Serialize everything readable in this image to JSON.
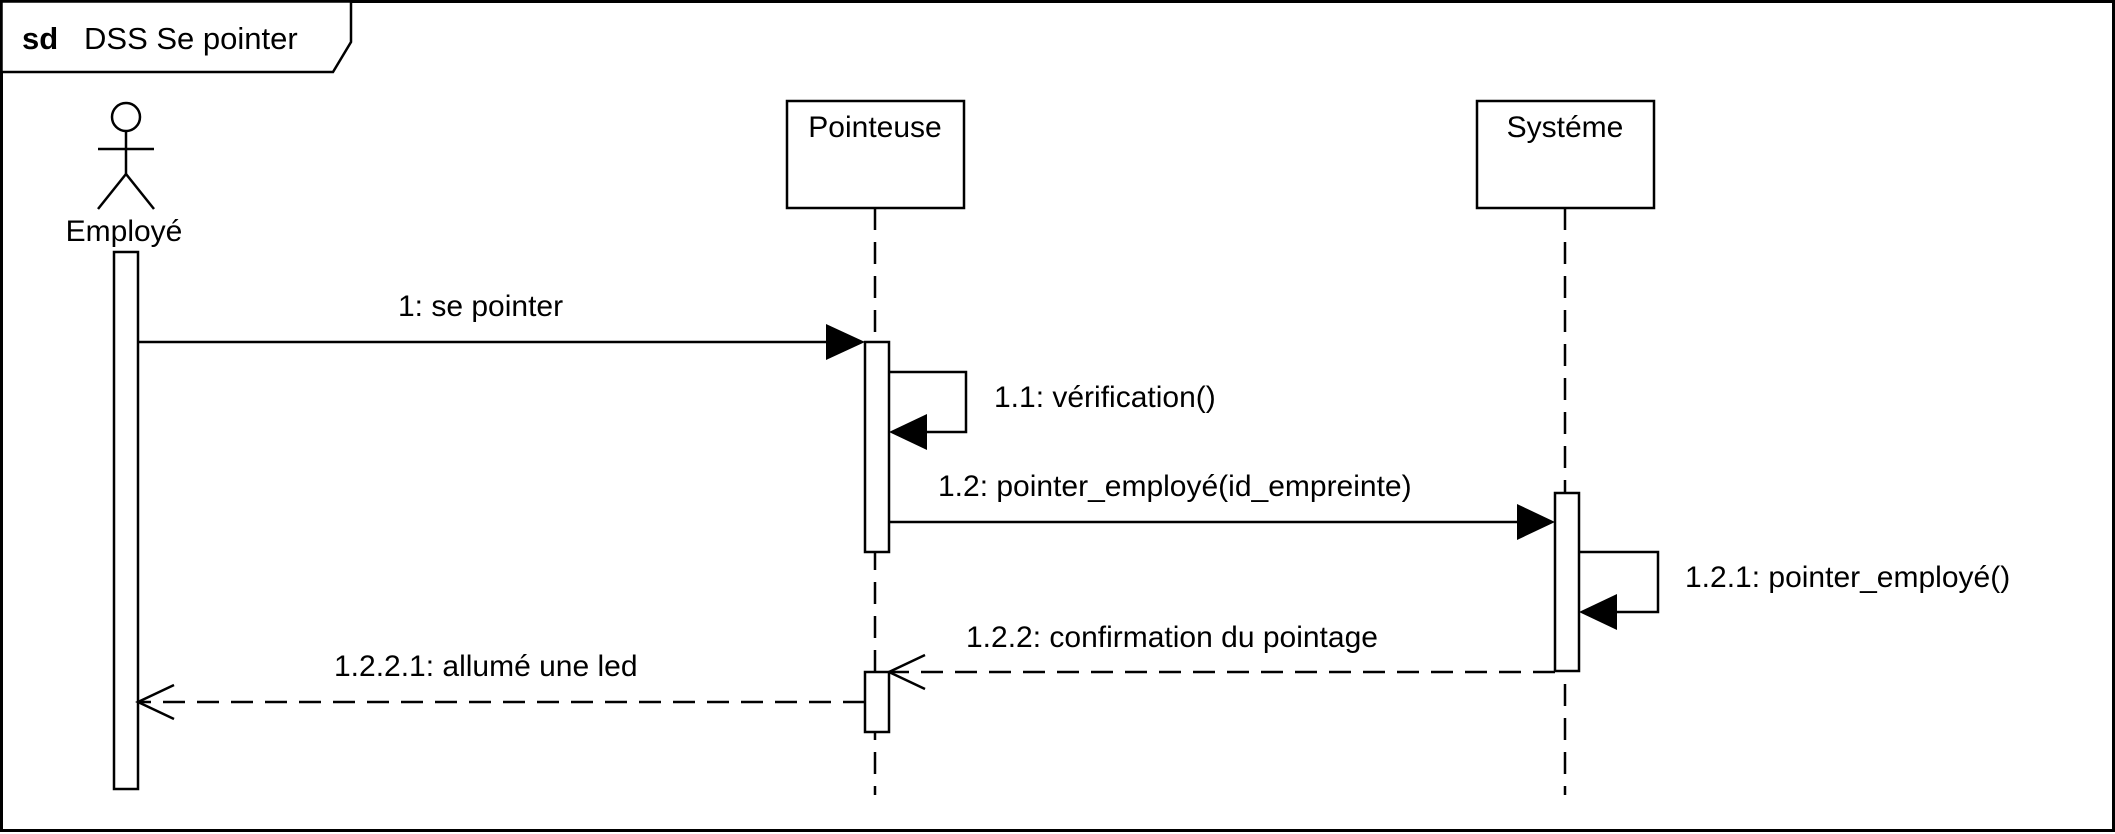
{
  "frame": {
    "keyword": "sd",
    "name": "DSS Se pointer"
  },
  "lifelines": {
    "employe": {
      "label": "Employé"
    },
    "pointeuse": {
      "label": "Pointeuse"
    },
    "systeme": {
      "label": "Systéme"
    }
  },
  "messages": {
    "m1": "1: se pointer",
    "m1_1": "1.1: vérification()",
    "m1_2": "1.2: pointer_employé(id_empreinte)",
    "m1_2_1": "1.2.1: pointer_employé()",
    "m1_2_2": "1.2.2: confirmation du pointage",
    "m1_2_2_1": "1.2.2.1: allumé une led"
  }
}
